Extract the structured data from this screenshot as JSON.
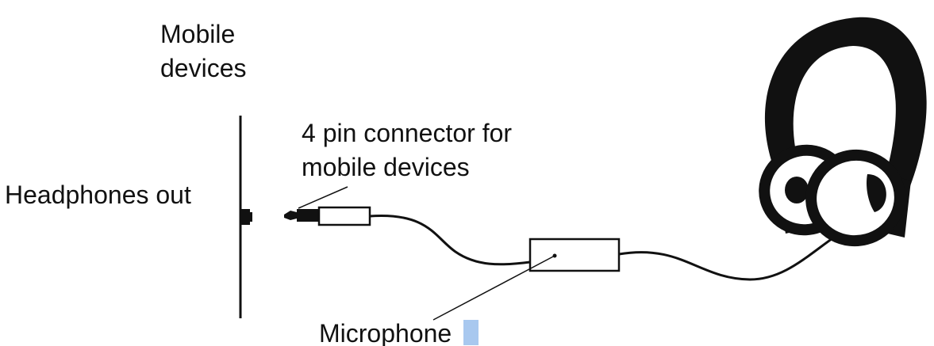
{
  "labels": {
    "mobile_devices_line1": "Mobile",
    "mobile_devices_line2": "devices",
    "headphones_out": "Headphones out",
    "connector_line1": "4 pin connector for",
    "connector_line2": "mobile devices",
    "microphone": "Microphone"
  },
  "colors": {
    "ink": "#111111",
    "background": "#ffffff",
    "text_highlight": "#a8c8ef"
  },
  "icons": [
    "headphones-icon",
    "microphone-box-icon",
    "jack-plug-icon",
    "device-edge-icon"
  ]
}
